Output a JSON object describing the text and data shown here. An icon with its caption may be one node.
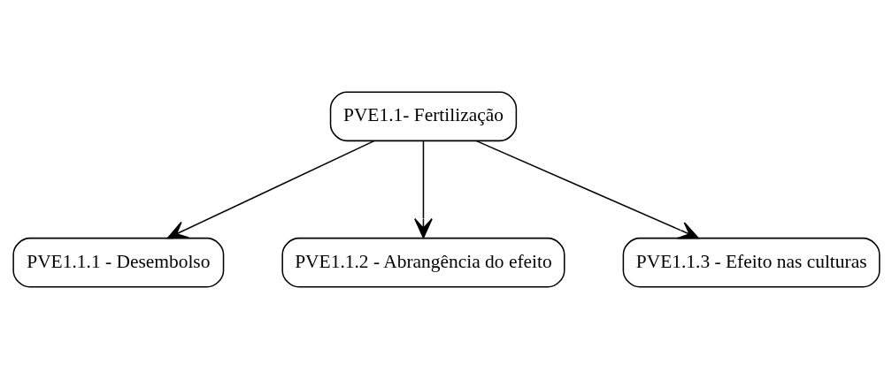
{
  "diagram": {
    "nodes": [
      {
        "text": [
          "PVE1.1- Fertilização"
        ]
      },
      {
        "text": [
          "PVE1.1.1 - Desembolso"
        ]
      },
      {
        "text": [
          "PVE1.1.2 - Abrangência do efeito"
        ]
      },
      {
        "text": [
          "PVE1.1.3 - Efeito nas culturas"
        ]
      }
    ],
    "edges": [
      {
        "from": 0,
        "to": 1,
        "arrow": "to"
      },
      {
        "from": 0,
        "to": 2,
        "arrow": "to"
      },
      {
        "from": 0,
        "to": 3,
        "arrow": "to"
      }
    ]
  }
}
